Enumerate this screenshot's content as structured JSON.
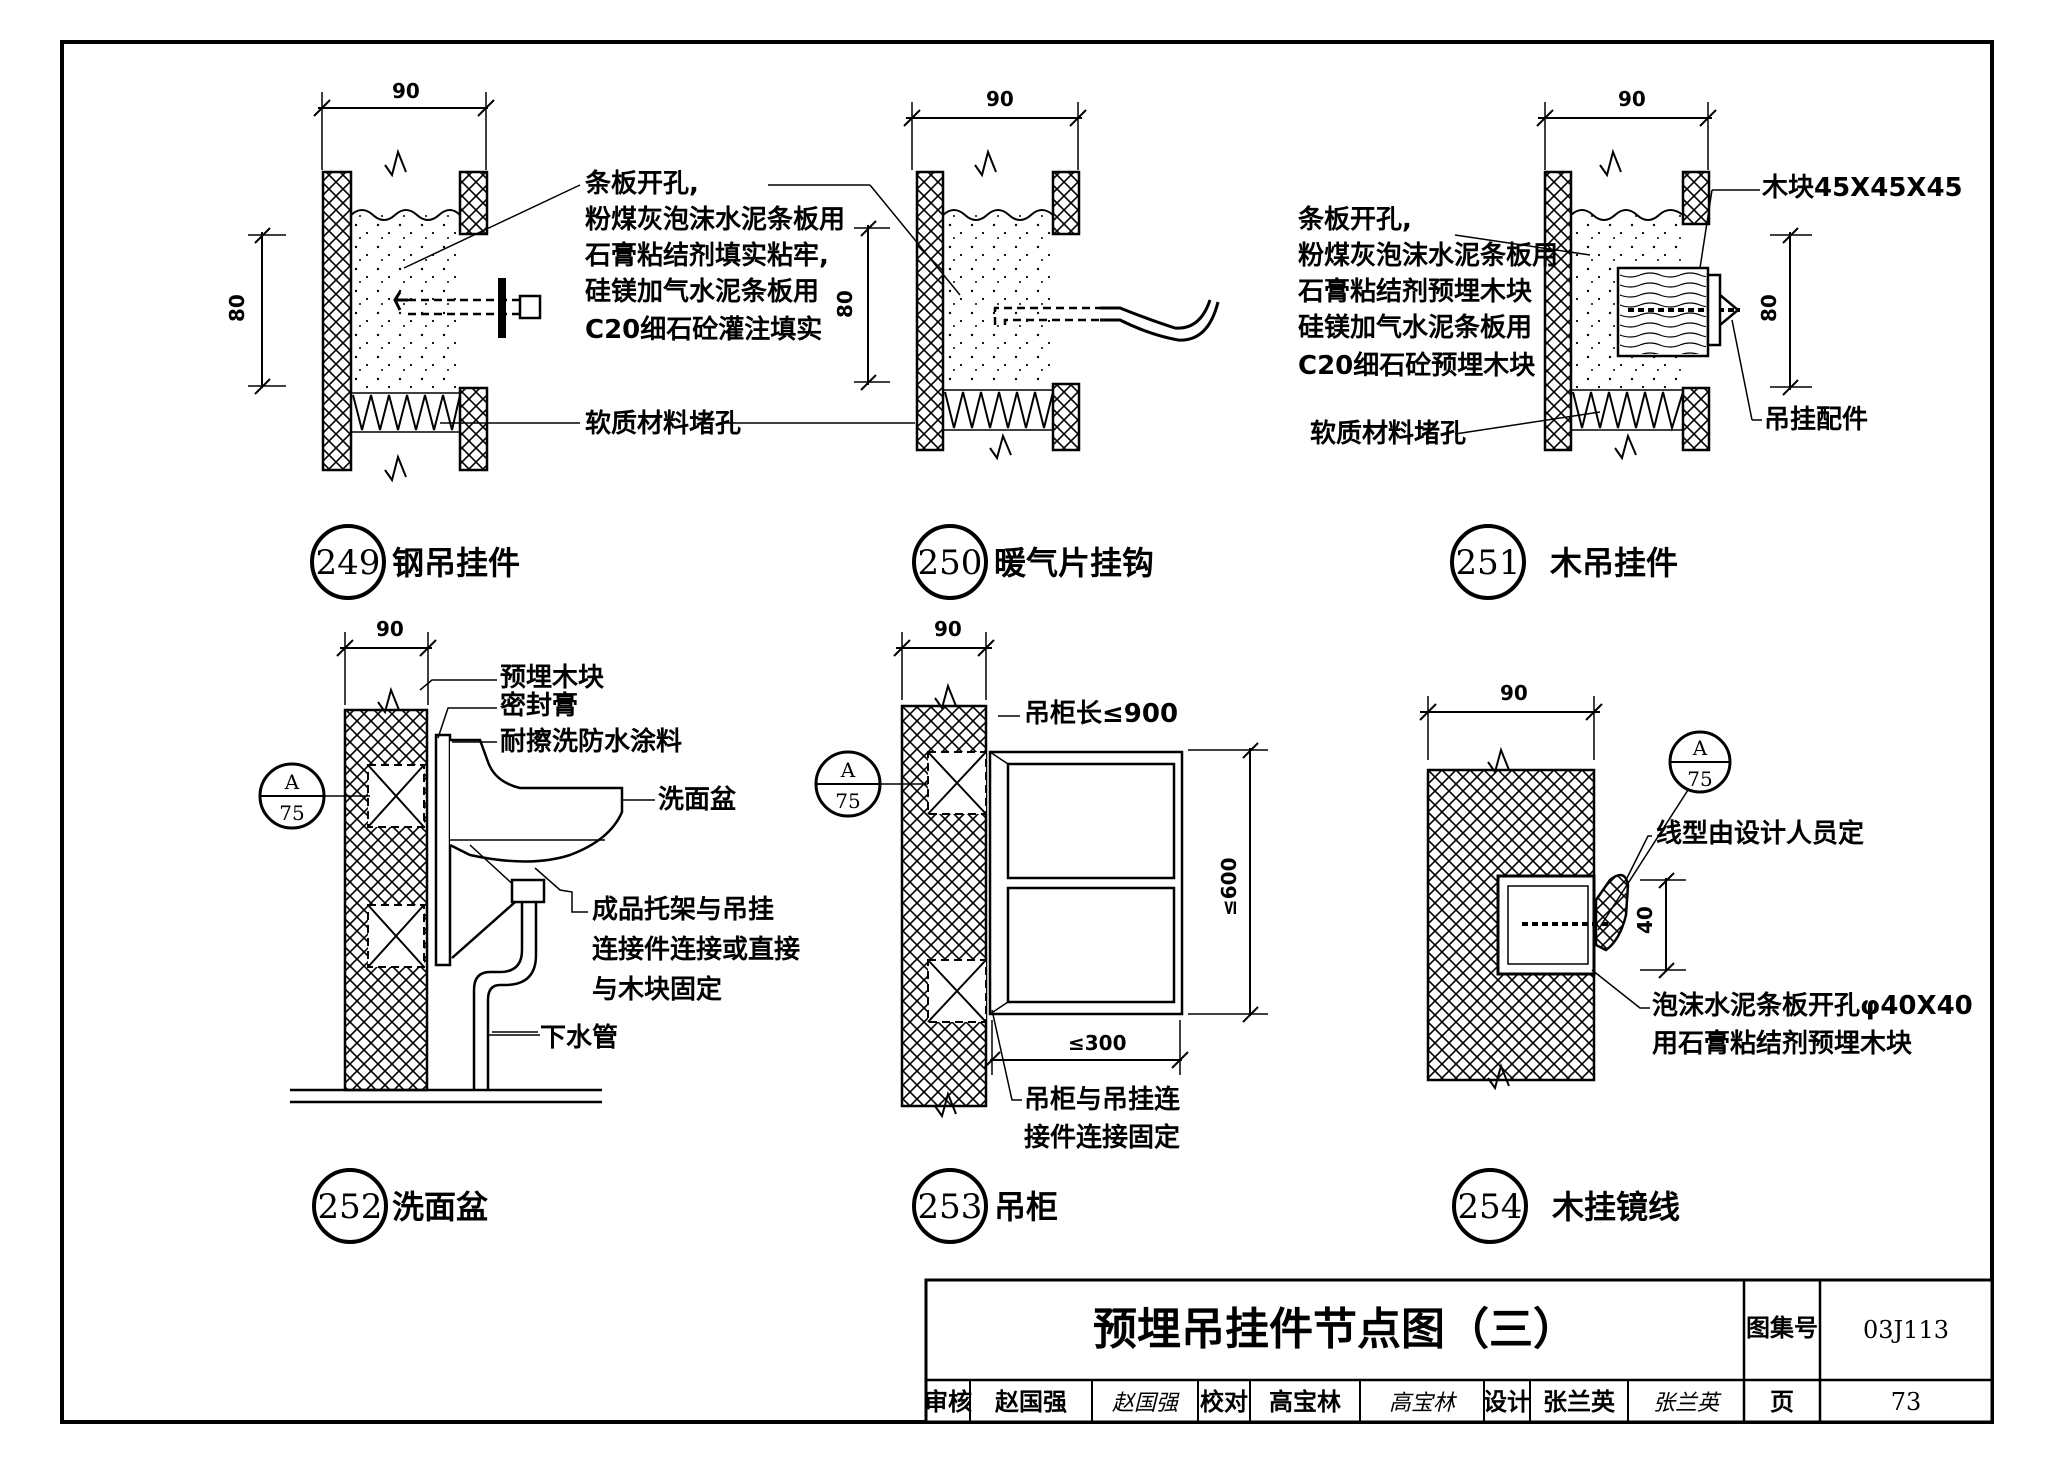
{
  "details": {
    "d249": {
      "number": "249",
      "caption": "钢吊挂件",
      "dim_width": "90",
      "dim_height": "80",
      "note_lines": [
        "条板开孔,",
        "粉煤灰泡沫水泥条板用",
        "石膏粘结剂填实粘牢,",
        "硅镁加气水泥条板用",
        "C20细石砼灌注填实"
      ],
      "plug_note": "软质材料堵孔"
    },
    "d250": {
      "number": "250",
      "caption": "暖气片挂钩",
      "dim_width": "90",
      "dim_height": "80"
    },
    "d251": {
      "number": "251",
      "caption": "木吊挂件",
      "dim_width": "90",
      "dim_height": "80",
      "note_lines": [
        "条板开孔,",
        "粉煤灰泡沫水泥条板用",
        "石膏粘结剂预埋木块",
        "硅镁加气水泥条板用",
        "C20细石砼预埋木块"
      ],
      "plug_note": "软质材料堵孔",
      "block_note": "木块45X45X45",
      "fitting_note": "吊挂配件"
    },
    "d252": {
      "number": "252",
      "caption": "洗面盆",
      "dim_width": "90",
      "ref_top": "A",
      "ref_bottom": "75",
      "labels": [
        "预埋木块",
        "密封膏",
        "耐擦洗防水涂料",
        "洗面盆"
      ],
      "bracket_lines": [
        "成品托架与吊挂",
        "连接件连接或直接",
        "与木块固定"
      ],
      "drain_label": "下水管"
    },
    "d253": {
      "number": "253",
      "caption": "吊柜",
      "dim_width": "90",
      "ref_top": "A",
      "ref_bottom": "75",
      "length_label": "吊柜长≤900",
      "dim_height": "≤600",
      "dim_depth": "≤300",
      "connect_lines": [
        "吊柜与吊挂连",
        "接件连接固定"
      ]
    },
    "d254": {
      "number": "254",
      "caption": "木挂镜线",
      "dim_width": "90",
      "dim_height": "40",
      "ref_top": "A",
      "ref_bottom": "75",
      "profile_note": "线型由设计人员定",
      "hole_lines": [
        "泡沫水泥条板开孔φ40X40",
        "用石膏粘结剂预埋木块"
      ]
    }
  },
  "title_block": {
    "title": "预埋吊挂件节点图（三）",
    "atlas_label": "图集号",
    "atlas_no": "03J113",
    "review_label": "审核",
    "reviewer": "赵国强",
    "reviewer_sig": "赵国强",
    "check_label": "校对",
    "checker": "高宝林",
    "checker_sig": "高宝林",
    "design_label": "设计",
    "designer": "张兰英",
    "designer_sig": "张兰英",
    "page_label": "页",
    "page_no": "73"
  }
}
